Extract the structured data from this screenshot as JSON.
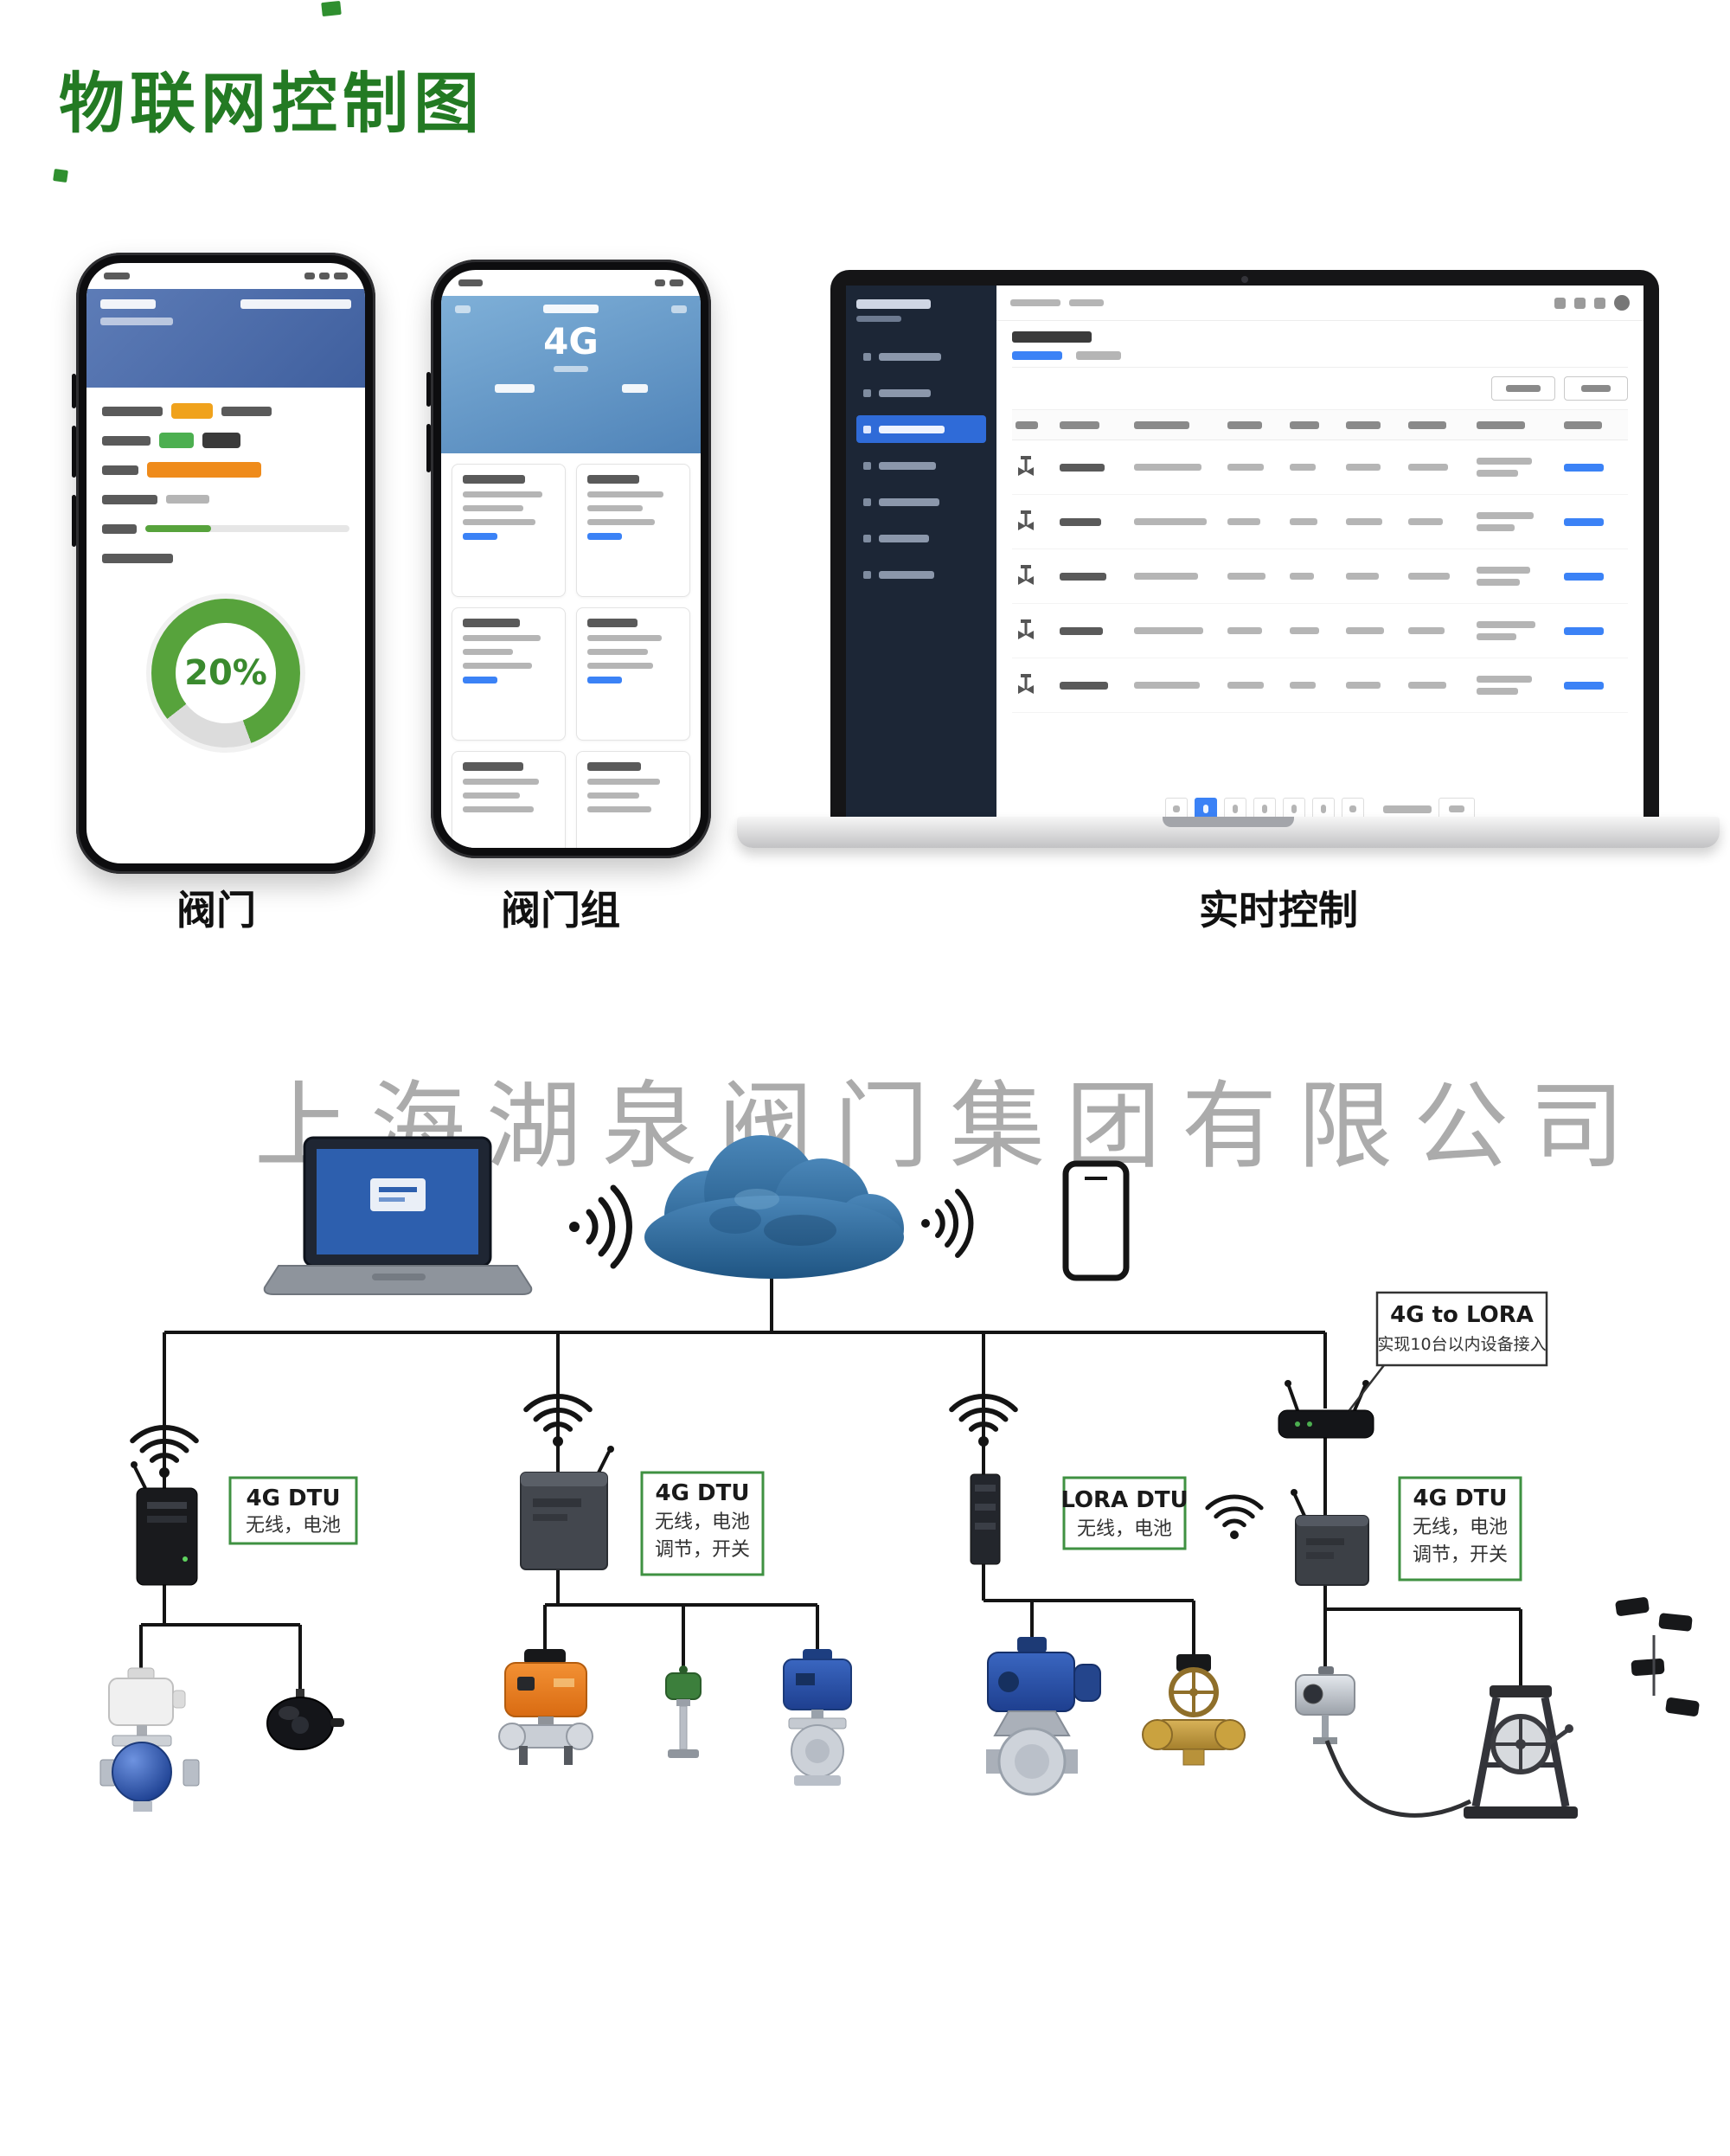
{
  "page": {
    "title": "物联网控制图",
    "watermark": "上海湖泉阀门集团有限公司"
  },
  "captions": {
    "valve": "阀门",
    "valve_group": "阀门组",
    "realtime": "实时控制"
  },
  "phone_valve": {
    "progress_percent": "20%"
  },
  "phone_group": {
    "network_type": "4G"
  },
  "diagram_labels": {
    "dtu1_title": "4G DTU",
    "dtu1_line2": "无线，电池",
    "dtu2_title": "4G DTU",
    "dtu2_line2": "无线，电池",
    "dtu2_line3": "调节，开关",
    "dtu3_title": "LORA DTU",
    "dtu3_line2": "无线，电池",
    "gateway_title": "4G to LORA",
    "gateway_line2": "实现10台以内设备接入",
    "dtu4_title": "4G DTU",
    "dtu4_line2": "无线，电池",
    "dtu4_line3": "调节，开关"
  },
  "colors": {
    "title_green": "#237a23",
    "label_border_green": "#3f9142",
    "header_blue": "#4f6fae",
    "sidebar_navy": "#1c2636",
    "active_blue": "#2f6bd8",
    "progress_green": "#57a33c",
    "cloud_blue": "#2d5f8e"
  }
}
